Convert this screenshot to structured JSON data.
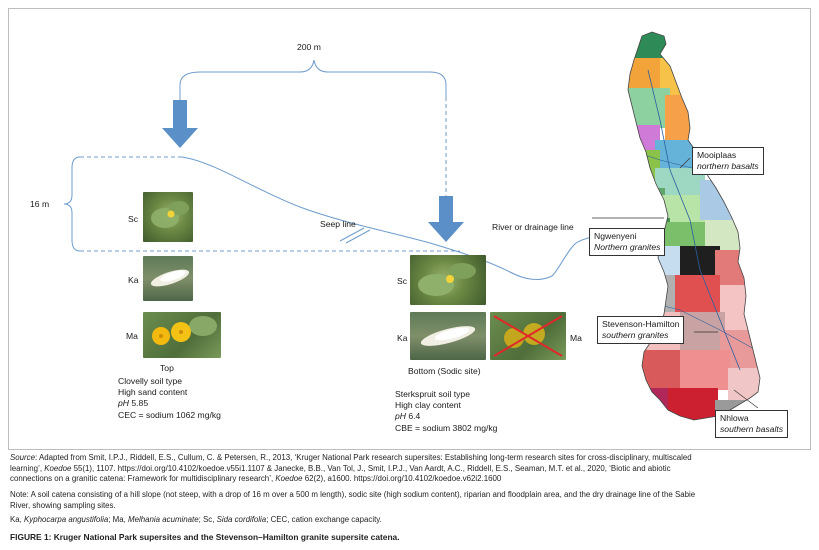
{
  "diagram": {
    "distance_label": "200 m",
    "height_label": "16 m",
    "seep_label": "Seep line",
    "river_label": "River or drainage line",
    "top_site": {
      "labels": [
        "Sc",
        "Ka",
        "Ma"
      ],
      "name": "Top",
      "soil_type": "Clovelly soil type",
      "content": "High sand content",
      "ph_prefix": "pH",
      "ph_value": "5.85",
      "cec": "CEC = sodium 1062 mg/kg"
    },
    "bottom_site": {
      "labels": [
        "Sc",
        "Ka",
        "Ma"
      ],
      "name": "Bottom (Sodic site)",
      "soil_type": "Sterkspruit soil type",
      "content": "High clay content",
      "ph_prefix": "pH",
      "ph_value": "6.4",
      "cec": "CBE = sodium 3802 mg/kg"
    }
  },
  "map": {
    "regions": [
      {
        "name": "Mooiplaas",
        "sub": "northern basalts"
      },
      {
        "name": "Ngwenyeni",
        "sub": "Northern granites"
      },
      {
        "name": "Stevenson-Hamilton",
        "sub": "southern granites"
      },
      {
        "name": "Nhlowa",
        "sub": "southern basalts"
      }
    ]
  },
  "source": {
    "label": "Source",
    "part1": ": Adapted from Smit, I.P.J., Riddell, E.S., Cullum, C. & Petersen, R., 2013, ‘Kruger National Park research supersites: Establishing long-term research sites for cross-disciplinary, multiscaled",
    "part2a": "learning’, ",
    "journal1": "Koedoe",
    "part2b": " 55(1), 1107. https://doi.org/10.4102/koedoe.v55i1.1107 & Janecke, B.B., Van Tol, J., Smit, I.P.J., Van Aardt, A.C., Riddell, E.S., Seaman, M.T. et al., 2020, ‘Biotic and abiotic",
    "part3a": "connections on a granitic catena: Framework for multidisciplinary research’, ",
    "journal2": "Koedoe",
    "part3b": " 62(2), a1600. https://doi.org/10.4102/koedoe.v62i2.1600"
  },
  "note": {
    "line1": "Note: A soil catena consisting of a hill slope (not steep, with a drop of 16 m over a 500 m length), sodic site (high sodium content), riparian and floodplain area, and the dry drainage line of the Sabie",
    "line2": "River, showing sampling sites."
  },
  "abbrev": {
    "ka": "Ka, ",
    "ka_sp": "Kyphocarpa angustifolia",
    "ma": "; Ma, ",
    "ma_sp": "Melhania acuminate",
    "sc": "; Sc, ",
    "sc_sp": "Sida cordifolia",
    "rest": "; CEC, cation exchange capacity."
  },
  "caption": "FIGURE 1: Kruger National Park supersites and the Stevenson–Hamilton granite supersite catena.",
  "colors": {
    "arrow": "#5b8fc7",
    "line": "#6f9ccc",
    "border": "#bdbdbd"
  }
}
